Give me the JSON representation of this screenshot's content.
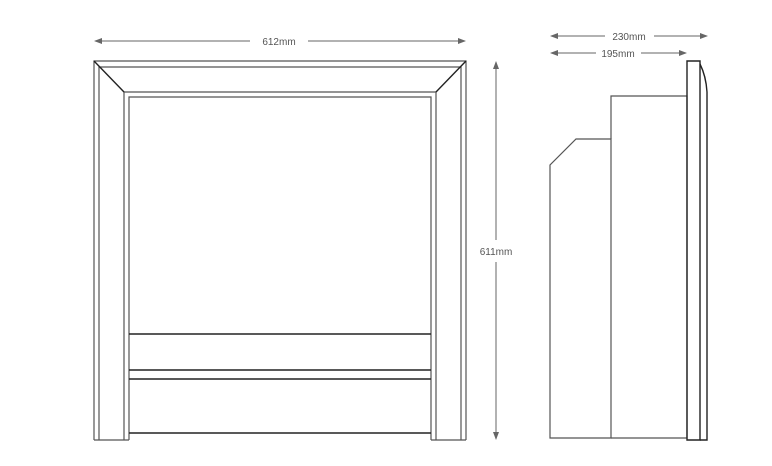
{
  "front_view": {
    "width_label": "612mm",
    "height_label": "611mm"
  },
  "side_view": {
    "overall_depth_label": "230mm",
    "body_depth_label": "195mm"
  },
  "colors": {
    "line": "#555555",
    "dark_line": "#222222",
    "dimension": "#666666"
  }
}
